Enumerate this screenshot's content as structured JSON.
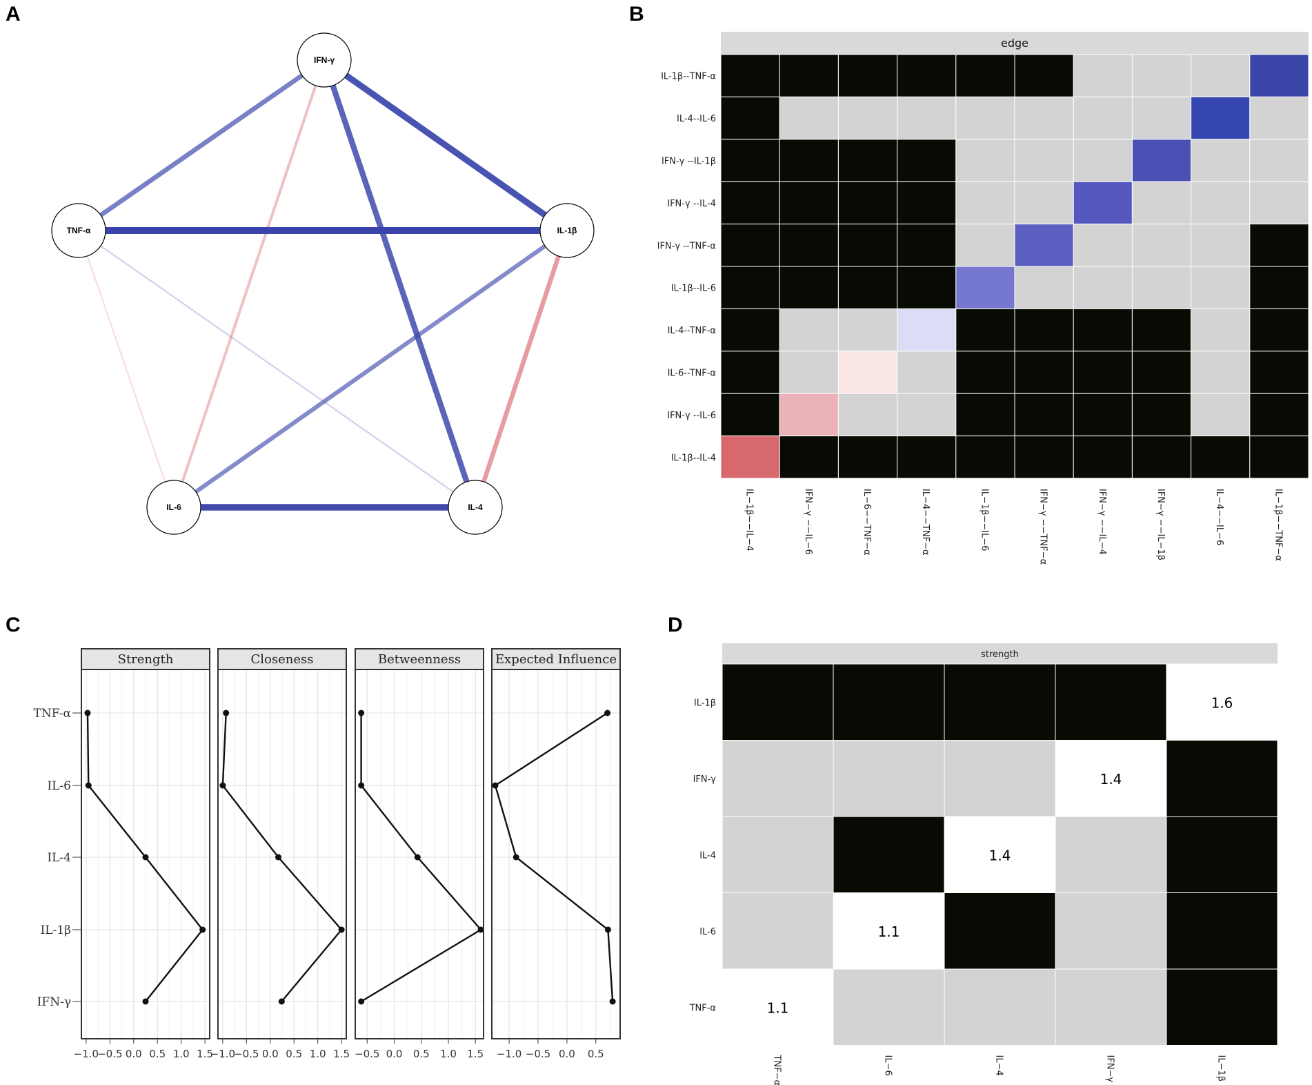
{
  "panel_letters": [
    "A",
    "B",
    "C",
    "D"
  ],
  "chart_data": [
    {
      "panel": "A",
      "type": "network",
      "nodes": [
        "IFN-γ",
        "TNF-α",
        "IL-1β",
        "IL-6",
        "IL-4"
      ],
      "edges": [
        {
          "from": "IFN-γ",
          "to": "TNF-α",
          "sign": "positive",
          "weight": 0.62
        },
        {
          "from": "IFN-γ",
          "to": "IL-1β",
          "sign": "positive",
          "weight": 0.9
        },
        {
          "from": "IFN-γ",
          "to": "IL-4",
          "sign": "positive",
          "weight": 0.8
        },
        {
          "from": "IFN-γ",
          "to": "IL-6",
          "sign": "negative",
          "weight": 0.3
        },
        {
          "from": "TNF-α",
          "to": "IL-1β",
          "sign": "positive",
          "weight": 1.0
        },
        {
          "from": "TNF-α",
          "to": "IL-4",
          "sign": "positive",
          "weight": 0.1
        },
        {
          "from": "TNF-α",
          "to": "IL-6",
          "sign": "negative",
          "weight": 0.08
        },
        {
          "from": "IL-1β",
          "to": "IL-6",
          "sign": "positive",
          "weight": 0.55
        },
        {
          "from": "IL-1β",
          "to": "IL-4",
          "sign": "negative",
          "weight": 0.6
        },
        {
          "from": "IL-6",
          "to": "IL-4",
          "sign": "positive",
          "weight": 0.95
        }
      ],
      "colors": {
        "positive": "#3a44aa",
        "negative": "#d9696f",
        "node_fill": "#ffffff",
        "node_stroke": "#000000"
      }
    },
    {
      "panel": "B",
      "type": "heatmap",
      "strip_title": "edge",
      "row_labels": [
        "IL-1β--TNF-α",
        "IL-4--IL-6",
        "IFN-γ --IL-1β",
        "IFN-γ --IL-4",
        "IFN-γ --TNF-α",
        "IL-1β--IL-6",
        "IL-4--TNF-α",
        "IL-6--TNF-α",
        "IFN-γ --IL-6",
        "IL-1β--IL-4"
      ],
      "col_labels": [
        "IL−1β−−IL−4",
        "IFN−γ −−IL−6",
        "IL−6−−TNF−α",
        "IL−4−−TNF−α",
        "IL−1β−−IL−6",
        "IFN−γ −−TNF−α",
        "IFN−γ −−IL−4",
        "IFN−γ −−IL−1β",
        "IL−4−−IL−6",
        "IL−1β−−TNF−α"
      ],
      "cells": [
        [
          "B",
          "B",
          "B",
          "B",
          "B",
          "B",
          "G",
          "G",
          "G",
          "#3a46a8"
        ],
        [
          "B",
          "G",
          "G",
          "G",
          "G",
          "G",
          "G",
          "G",
          "#3646b0",
          "G"
        ],
        [
          "B",
          "B",
          "B",
          "B",
          "G",
          "G",
          "G",
          "#4b50b5",
          "G",
          "G"
        ],
        [
          "B",
          "B",
          "B",
          "B",
          "G",
          "G",
          "#5558bf",
          "G",
          "G",
          "G"
        ],
        [
          "B",
          "B",
          "B",
          "B",
          "G",
          "#5a5fc0",
          "G",
          "G",
          "G",
          "B"
        ],
        [
          "B",
          "B",
          "B",
          "B",
          "#7677cf",
          "G",
          "G",
          "G",
          "G",
          "B"
        ],
        [
          "B",
          "G",
          "G",
          "#dcdcf7",
          "B",
          "B",
          "B",
          "B",
          "G",
          "B"
        ],
        [
          "B",
          "G",
          "#fbe6e6",
          "G",
          "B",
          "B",
          "B",
          "B",
          "G",
          "B"
        ],
        [
          "B",
          "#ebb3b8",
          "G",
          "G",
          "B",
          "B",
          "B",
          "B",
          "G",
          "B"
        ],
        [
          "#d7686d",
          "B",
          "B",
          "B",
          "B",
          "B",
          "B",
          "B",
          "B",
          "B"
        ]
      ],
      "colors": {
        "B": "#080a04",
        "G": "#d3d3d3"
      }
    },
    {
      "panel": "C",
      "type": "line",
      "categories": [
        "TNF-α",
        "IL-6",
        "IL-4",
        "IL-1β",
        "IFN-γ"
      ],
      "facets": [
        {
          "title": "Strength",
          "xlim": [
            -1.1,
            1.6
          ],
          "ticks": [
            -1.0,
            -0.5,
            0.0,
            0.5,
            1.0,
            1.5
          ],
          "tick_labels": [
            "−1.0",
            "−0.5",
            "0.0",
            "0.5",
            "1.0",
            "1.5"
          ],
          "values": [
            -0.97,
            -0.95,
            0.25,
            1.45,
            0.25
          ]
        },
        {
          "title": "Closeness",
          "xlim": [
            -1.1,
            1.6
          ],
          "ticks": [
            -1.0,
            -0.5,
            0.0,
            0.5,
            1.0,
            1.5
          ],
          "tick_labels": [
            "−1.0",
            "−0.5",
            "0.0",
            "0.5",
            "1.0",
            "1.5"
          ],
          "values": [
            -0.93,
            -1.0,
            0.17,
            1.5,
            0.24
          ]
        },
        {
          "title": "Betweenness",
          "xlim": [
            -0.72,
            1.65
          ],
          "ticks": [
            -0.5,
            0.0,
            0.5,
            1.0,
            1.5
          ],
          "tick_labels": [
            "−0.5",
            "0.0",
            "0.5",
            "1.0",
            "1.5"
          ],
          "values": [
            -0.61,
            -0.61,
            0.43,
            1.6,
            -0.61
          ]
        },
        {
          "title": "Expected Influence",
          "xlim": [
            -1.3,
            0.92
          ],
          "ticks": [
            -1.0,
            -0.5,
            0.0,
            0.5
          ],
          "tick_labels": [
            "−1.0",
            "−0.5",
            "0.0",
            "0.5"
          ],
          "values": [
            0.7,
            -1.24,
            -0.88,
            0.71,
            0.79
          ]
        }
      ]
    },
    {
      "panel": "D",
      "type": "heatmap",
      "strip_title": "strength",
      "row_labels": [
        "IL-1β",
        "IFN-γ",
        "IL-4",
        "IL-6",
        "TNF-α"
      ],
      "col_labels": [
        "TNF−α",
        "IL−6",
        "IL−4",
        "IFN−γ",
        "IL−1β"
      ],
      "cells": [
        [
          "B",
          "B",
          "B",
          "B",
          "W"
        ],
        [
          "G",
          "G",
          "G",
          "W",
          "B"
        ],
        [
          "G",
          "B",
          "W",
          "G",
          "B"
        ],
        [
          "G",
          "W",
          "B",
          "G",
          "B"
        ],
        [
          "W",
          "G",
          "G",
          "G",
          "B"
        ]
      ],
      "diagonal_values": [
        "1.6",
        "1.4",
        "1.4",
        "1.1",
        "1.1"
      ],
      "colors": {
        "B": "#080a04",
        "G": "#d3d3d3",
        "W": "#ffffff"
      }
    }
  ]
}
